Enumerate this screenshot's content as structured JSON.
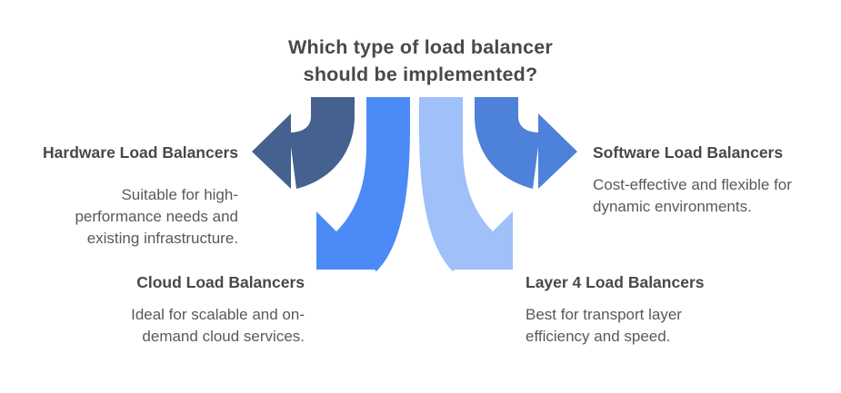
{
  "title": {
    "lines": [
      "Which type of load balancer",
      "should be implemented?"
    ]
  },
  "sections": [
    {
      "id": "hardware",
      "heading": "Hardware Load Balancers",
      "body_lines": [
        "Suitable for high-",
        "performance needs and",
        "existing infrastructure."
      ],
      "arrow": {
        "color": "#45618F",
        "direction": "left"
      }
    },
    {
      "id": "software",
      "heading": "Software Load Balancers",
      "body_lines": [
        "Cost-effective and flexible for",
        "dynamic environments."
      ],
      "arrow": {
        "color": "#4E81DA",
        "direction": "right"
      }
    },
    {
      "id": "cloud",
      "heading": "Cloud Load Balancers",
      "body_lines": [
        "Ideal for scalable and on-",
        "demand cloud services."
      ],
      "arrow": {
        "color": "#4C8BF6",
        "direction": "down-left"
      }
    },
    {
      "id": "layer4",
      "heading": "Layer 4 Load Balancers",
      "body_lines": [
        "Best for transport layer",
        "efficiency and speed."
      ],
      "arrow": {
        "color": "#9FC0F8",
        "direction": "down-right"
      }
    }
  ],
  "colors": {
    "title_color": "#494949",
    "heading_color": "#484848",
    "body_color": "#595959",
    "background_color": "#ffffff"
  }
}
